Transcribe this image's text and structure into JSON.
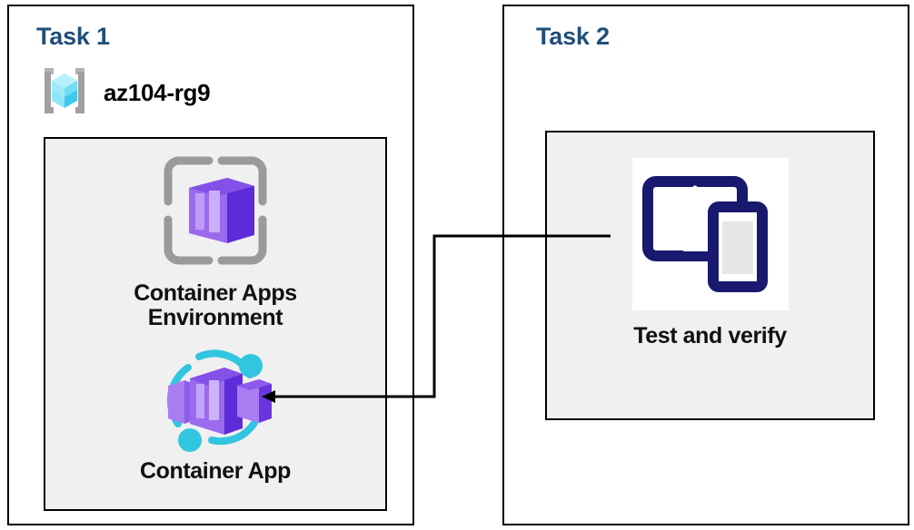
{
  "diagram": {
    "title_color": "#1F4E79",
    "panel_border_color": "#000000",
    "inner_fill_color": "#F0F0F0",
    "connector_color": "#000000"
  },
  "task1": {
    "title": "Task 1",
    "resource_group": {
      "icon": "azure-resource-group-icon",
      "name": "az104-rg9"
    },
    "nodes": [
      {
        "icon": "container-apps-environment-icon",
        "label_line1": "Container Apps",
        "label_line2": "Environment"
      },
      {
        "icon": "container-app-icon",
        "label_line1": "Container App"
      }
    ]
  },
  "task2": {
    "title": "Task 2",
    "nodes": [
      {
        "icon": "devices-test-icon",
        "label": "Test and verify"
      }
    ]
  },
  "connector": {
    "from": "Test and verify",
    "to": "Container App",
    "direction": "right-to-left",
    "arrowhead": "left"
  }
}
